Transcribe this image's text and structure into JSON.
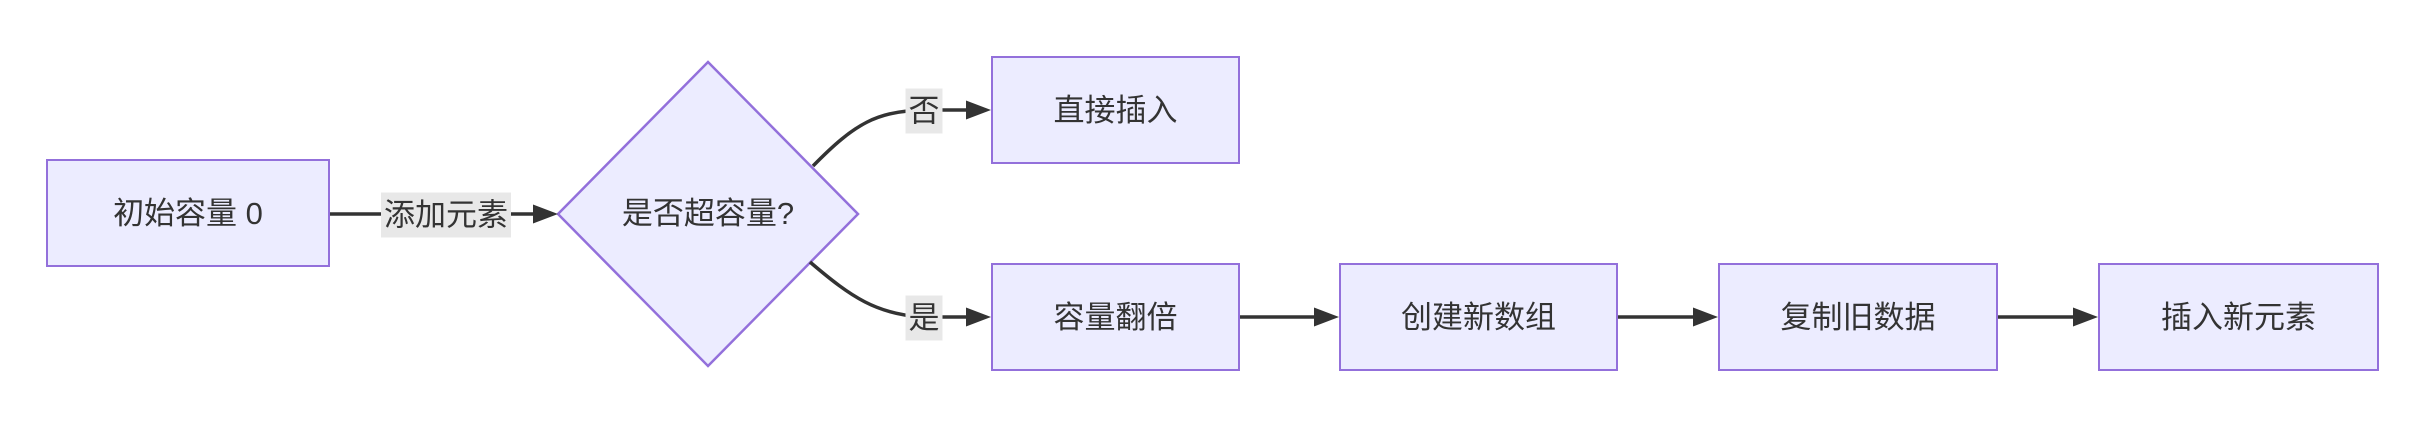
{
  "diagram": {
    "type": "flowchart-LR",
    "colors": {
      "background": "#ffffff",
      "node_fill": "#ECECFF",
      "node_border": "#9370DB",
      "edge_color": "#333333",
      "edge_label_bg": "#e8e8e8",
      "text_color": "#333333"
    },
    "nodes": {
      "start": {
        "label": "初始容量 0",
        "shape": "rect"
      },
      "decision": {
        "label": "是否超容量?",
        "shape": "diamond"
      },
      "direct_insert": {
        "label": "直接插入",
        "shape": "rect"
      },
      "double_capacity": {
        "label": "容量翻倍",
        "shape": "rect"
      },
      "create_array": {
        "label": "创建新数组",
        "shape": "rect"
      },
      "copy_data": {
        "label": "复制旧数据",
        "shape": "rect"
      },
      "insert_new": {
        "label": "插入新元素",
        "shape": "rect"
      }
    },
    "edge_labels": {
      "add_element": "添加元素",
      "no": "否",
      "yes": "是"
    },
    "edges": [
      {
        "from": "start",
        "to": "decision",
        "label": "添加元素"
      },
      {
        "from": "decision",
        "to": "direct_insert",
        "label": "否"
      },
      {
        "from": "decision",
        "to": "double_capacity",
        "label": "是"
      },
      {
        "from": "double_capacity",
        "to": "create_array",
        "label": ""
      },
      {
        "from": "create_array",
        "to": "copy_data",
        "label": ""
      },
      {
        "from": "copy_data",
        "to": "insert_new",
        "label": ""
      }
    ]
  }
}
